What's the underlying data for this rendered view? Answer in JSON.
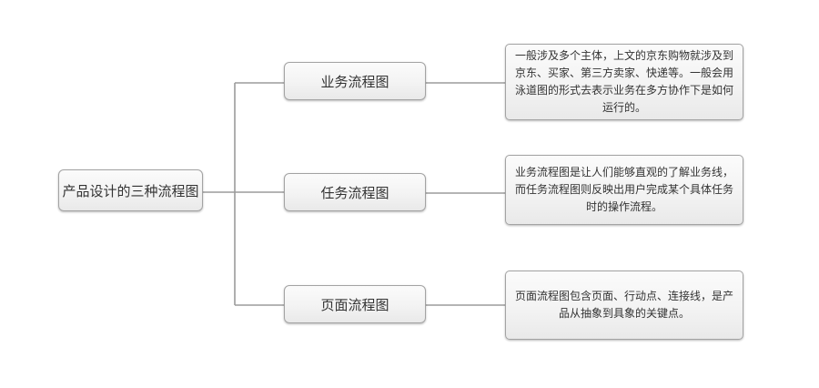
{
  "diagram": {
    "title": "产品设计的三种流程图",
    "colors": {
      "connector": "#9b9b9b",
      "node_border": "#a3a3a3",
      "node_fill_top": "#fbfbfb",
      "node_fill_bottom": "#e9e9e9",
      "text": "#333333"
    },
    "root": {
      "label": "产品设计的三种流程图"
    },
    "branches": [
      {
        "label": "业务流程图",
        "description": "一般涉及多个主体，上文的京东购物就涉及到京东、买家、第三方卖家、快递等。一般会用泳道图的形式去表示业务在多方协作下是如何运行的。"
      },
      {
        "label": "任务流程图",
        "description": "业务流程图是让人们能够直观的了解业务线，而任务流程图则反映出用户完成某个具体任务时的操作流程。"
      },
      {
        "label": "页面流程图",
        "description": "页面流程图包含页面、行动点、连接线，是产品从抽象到具象的关键点。"
      }
    ]
  }
}
